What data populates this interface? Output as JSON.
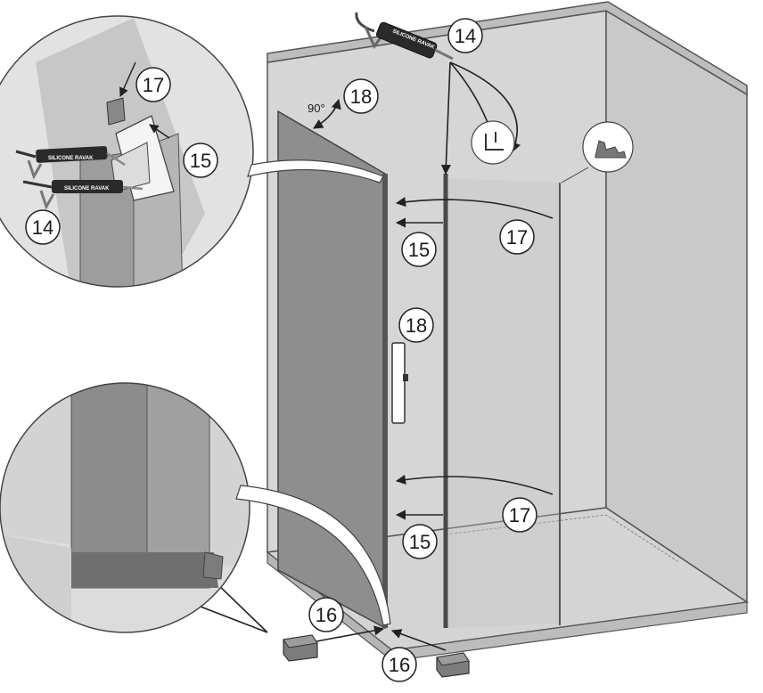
{
  "labels": {
    "silicone_gun": "14",
    "profile_seal": "15",
    "feet": "16",
    "wall_profile": "17",
    "door_angle": "18",
    "angle_text": "90°"
  },
  "gun_brand": "SILICONE RAVAK",
  "colors": {
    "line": "#222222",
    "wall_light": "#d9d9d9",
    "wall_mid": "#c4c4c4",
    "glass": "#9a9a9a",
    "profile": "#5a5a5a",
    "feet": "#7a7a7a"
  }
}
